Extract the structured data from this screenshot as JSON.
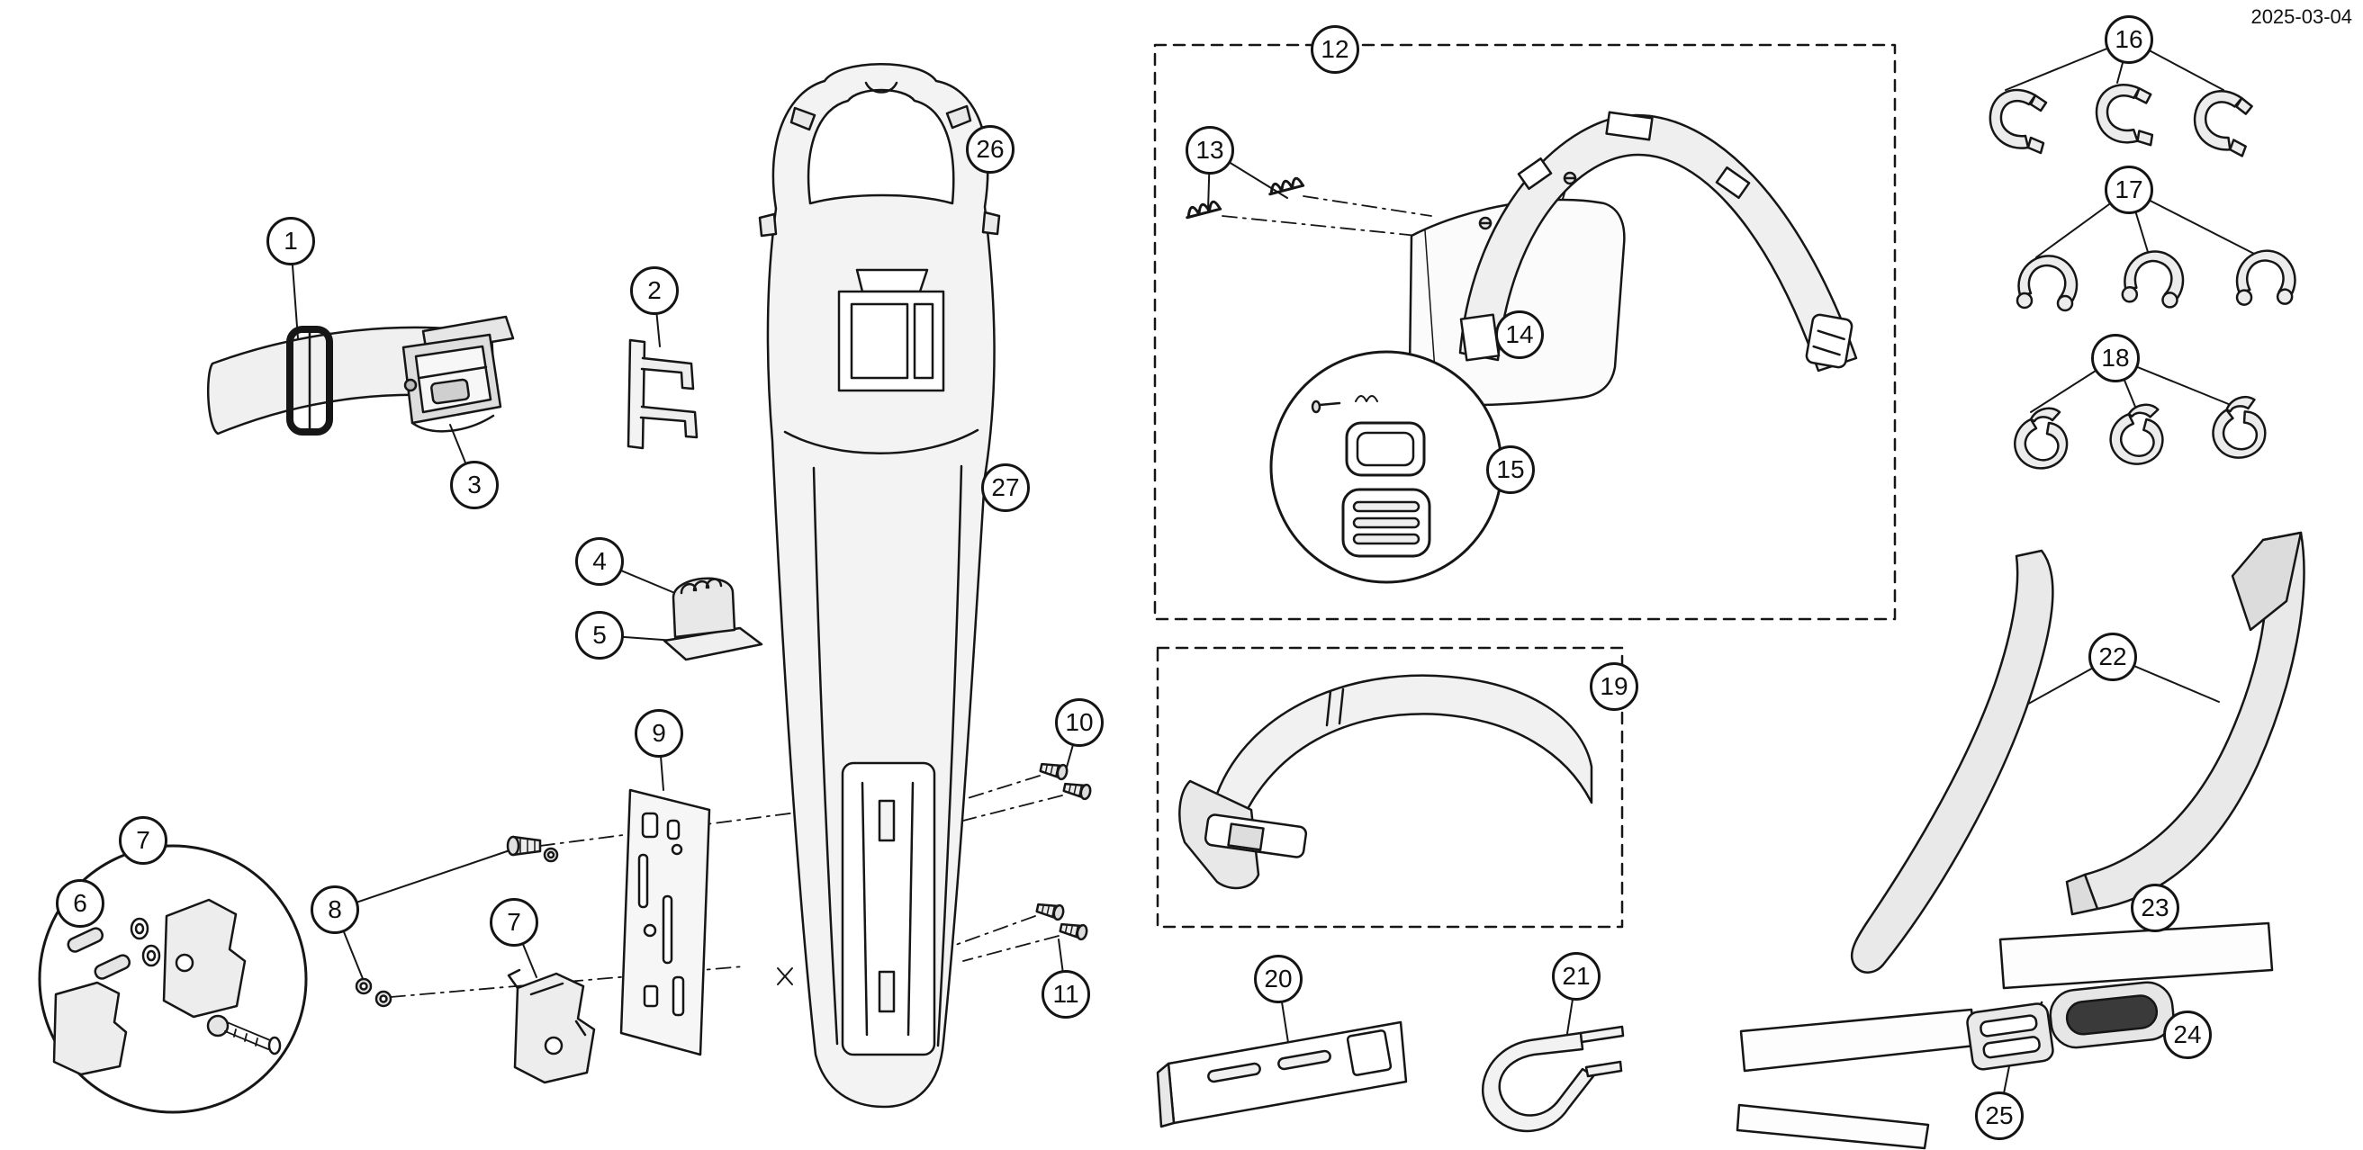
{
  "meta": {
    "date": "2025-03-04"
  },
  "callouts": [
    {
      "label": "1"
    },
    {
      "label": "2"
    },
    {
      "label": "3"
    },
    {
      "label": "4"
    },
    {
      "label": "5"
    },
    {
      "label": "6"
    },
    {
      "label": "7"
    },
    {
      "label": "7"
    },
    {
      "label": "8"
    },
    {
      "label": "9"
    },
    {
      "label": "10"
    },
    {
      "label": "11"
    },
    {
      "label": "12"
    },
    {
      "label": "13"
    },
    {
      "label": "14"
    },
    {
      "label": "15"
    },
    {
      "label": "16"
    },
    {
      "label": "17"
    },
    {
      "label": "18"
    },
    {
      "label": "19"
    },
    {
      "label": "20"
    },
    {
      "label": "21"
    },
    {
      "label": "22"
    },
    {
      "label": "23"
    },
    {
      "label": "24"
    },
    {
      "label": "25"
    },
    {
      "label": "26"
    },
    {
      "label": "27"
    }
  ]
}
